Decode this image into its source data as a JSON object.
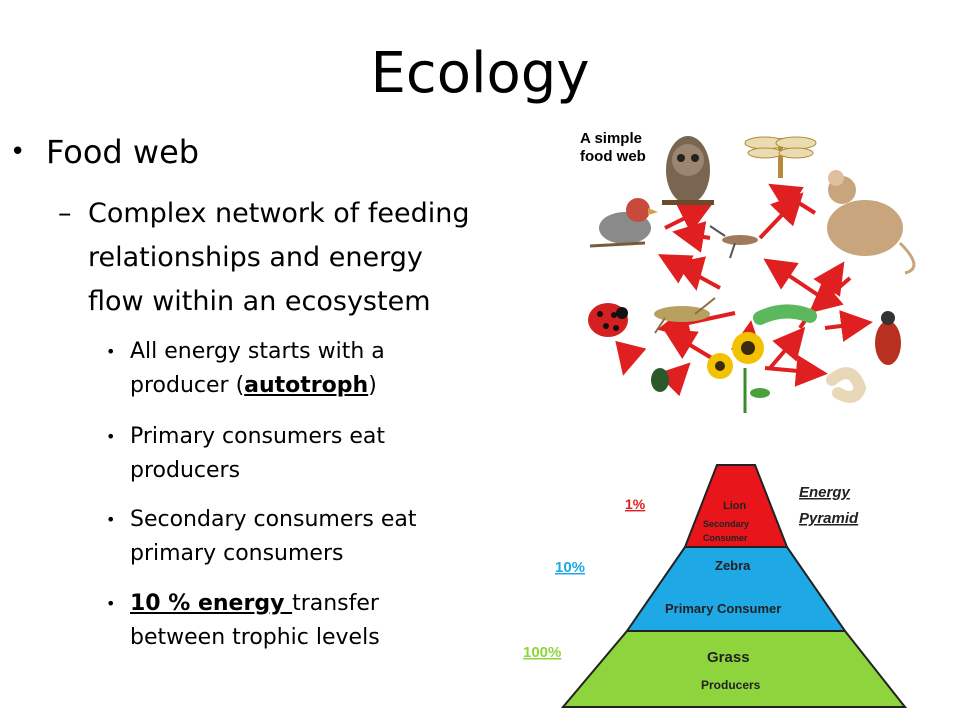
{
  "slide": {
    "title": "Ecology"
  },
  "bullets": {
    "level1": {
      "bullet": "•",
      "text": "Food web"
    },
    "level2": {
      "dash": "–",
      "lines": [
        "Complex network of feeding",
        "relationships and energy",
        "flow within an ecosystem"
      ]
    },
    "level3": [
      {
        "bullet": "•",
        "line1_a": "All energy starts with a",
        "line2_a": "producer (",
        "line2_u": "autotroph",
        "line2_b": ")"
      },
      {
        "bullet": "•",
        "line1": "Primary consumers eat",
        "line2": "producers"
      },
      {
        "bullet": "•",
        "line1": "Secondary consumers eat",
        "line2": "primary consumers"
      },
      {
        "bullet": "•",
        "line1_u": "10 % energy ",
        "line1_b": "transfer",
        "line2": "between trophic levels"
      }
    ]
  },
  "food_web": {
    "label_line1": "A simple",
    "label_line2": "food web",
    "arrow_color": "#e02020"
  },
  "energy_pyramid": {
    "title_line1": "Energy",
    "title_line2": "Pyramid",
    "levels": [
      {
        "percent": "1%",
        "name": "Lion",
        "role_line1": "Secondary",
        "role_line2": "Consumer",
        "color": "#e8161b",
        "percent_color": "#e02020"
      },
      {
        "percent": "10%",
        "name": "Zebra",
        "role": "Primary Consumer",
        "color": "#1fa8e6",
        "percent_color": "#1fa8e6"
      },
      {
        "percent": "100%",
        "name": "Grass",
        "role": "Producers",
        "color": "#8ed43c",
        "percent_color": "#8ed43c"
      }
    ]
  }
}
